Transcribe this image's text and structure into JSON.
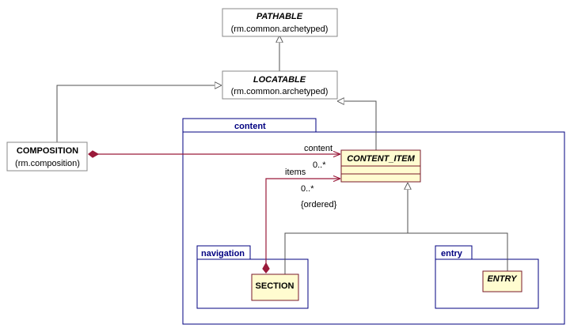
{
  "colors": {
    "package_border": "#000080",
    "package_label": "#000080",
    "class_fill": "#fffcd0",
    "class_border": "#7a1a2a",
    "assoc_line": "#9a1a3a",
    "generalization_line": "#505050",
    "plain_box_border": "#888888"
  },
  "classes": {
    "pathable": {
      "name": "PATHABLE",
      "package": "(rm.common.archetyped)"
    },
    "locatable": {
      "name": "LOCATABLE",
      "package": "(rm.common.archetyped)"
    },
    "composition": {
      "name": "COMPOSITION",
      "package": "(rm.composition)"
    },
    "content_item": {
      "name": "CONTENT_ITEM"
    },
    "section": {
      "name": "SECTION"
    },
    "entry": {
      "name": "ENTRY"
    }
  },
  "packages": {
    "content": "content",
    "navigation": "navigation",
    "entry": "entry"
  },
  "associations": {
    "content": {
      "role": "content",
      "multiplicity": "0..*"
    },
    "items": {
      "role": "items",
      "multiplicity": "0..*",
      "constraint": "{ordered}"
    }
  }
}
